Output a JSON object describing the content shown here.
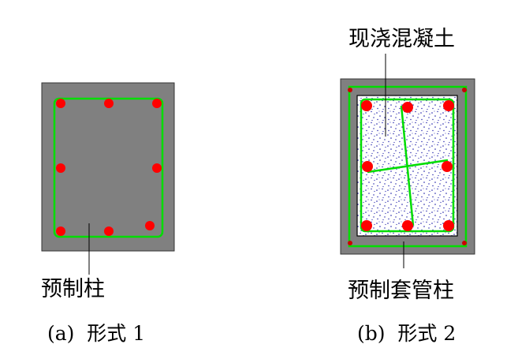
{
  "figure_a": {
    "label": "预制柱",
    "caption": "(a)  形式 1"
  },
  "figure_b": {
    "top_label": "现浇混凝土",
    "bottom_label": "预制套管柱",
    "caption": "(b)  形式 2"
  },
  "colors": {
    "precast": "#808080",
    "rebar": "#ff0000",
    "stirrup": "#00cc00",
    "concrete_dots": "#1a1aa8",
    "concrete_bg": "#ffffff"
  }
}
